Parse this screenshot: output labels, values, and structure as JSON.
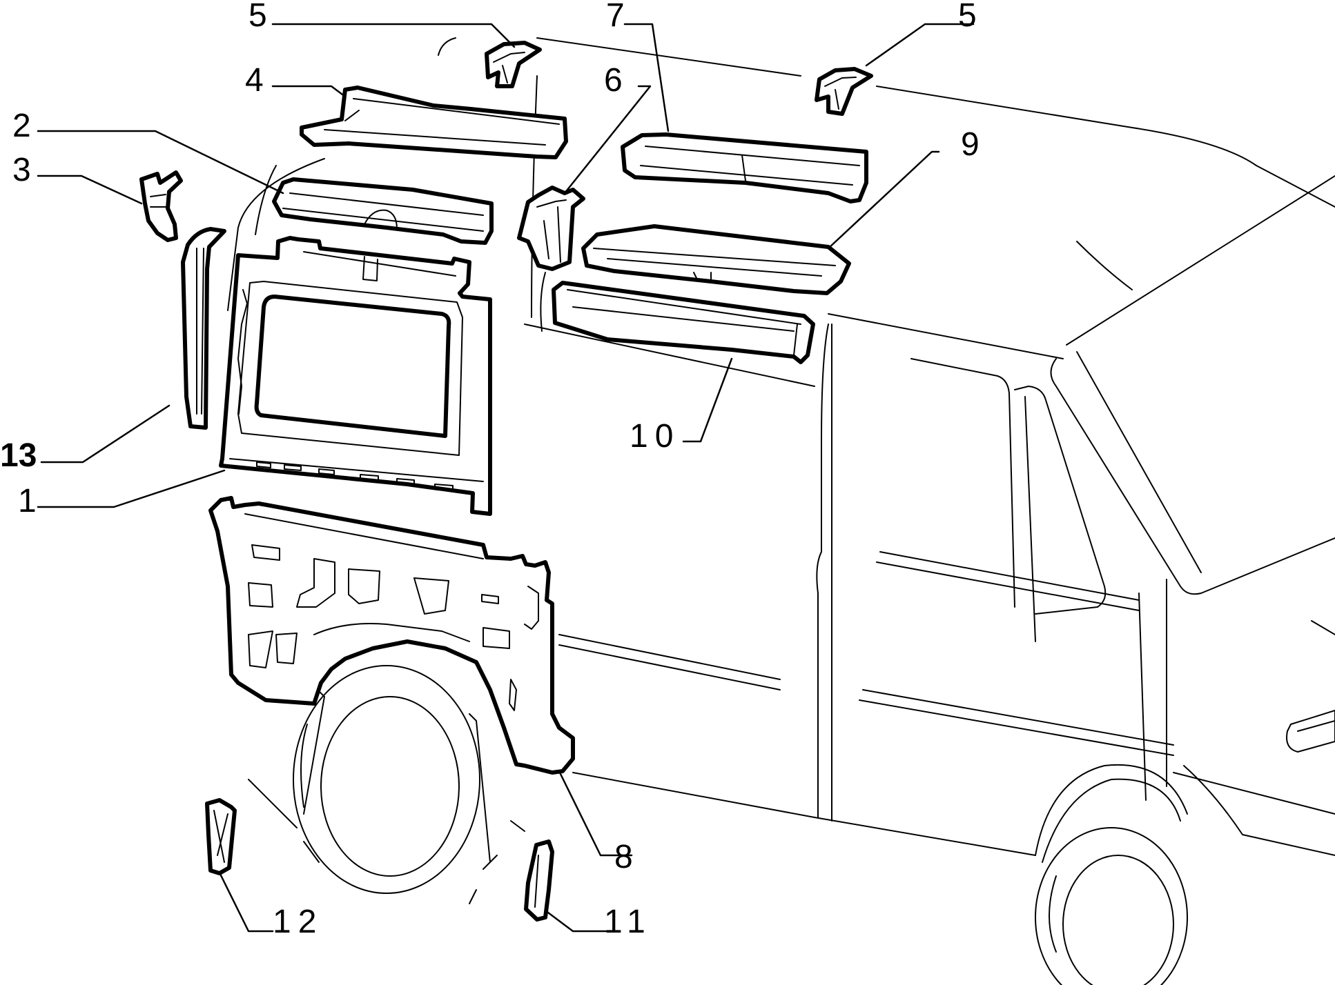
{
  "callouts": {
    "c1": "1",
    "c2": "2",
    "c3": "3",
    "c4": "4",
    "c5_left": "5",
    "c5_right": "5",
    "c6": "6",
    "c7": "7",
    "c8": "8",
    "c9": "9",
    "c10": "10",
    "c11": "11",
    "c12": "12",
    "c13": "13"
  },
  "colors": {
    "ink": "#000000",
    "paper": "#ffffff"
  }
}
